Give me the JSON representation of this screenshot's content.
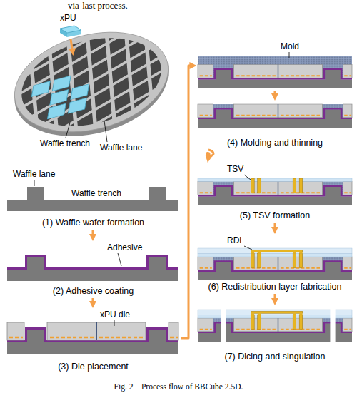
{
  "diagram": {
    "caption": "Fig. 2    Process flow of BBCube 2.5D.",
    "nodes": [
      {
        "text": [
          "(1) Waffle wafer formation"
        ]
      },
      {
        "text": [
          "(2) Adhesive coating"
        ]
      },
      {
        "text": [
          "(3) Die placement"
        ]
      },
      {
        "text": [
          "(4) Molding and thinning"
        ]
      },
      {
        "text": [
          "(5) TSV formation"
        ]
      },
      {
        "text": [
          "(6) Redistribution layer fabrication"
        ]
      },
      {
        "text": [
          "(7) Dicing and singulation"
        ]
      }
    ],
    "edges": [
      {
        "from": 0,
        "to": 1,
        "arrow": "to"
      },
      {
        "from": 1,
        "to": 2,
        "arrow": "to"
      },
      {
        "from": 2,
        "to": 3,
        "arrow": "to"
      },
      {
        "from": 3,
        "to": 4,
        "arrow": "to"
      },
      {
        "from": 4,
        "to": 5,
        "arrow": "to"
      },
      {
        "from": 5,
        "to": 6,
        "arrow": "to"
      }
    ],
    "labels": [
      "via-last process.",
      "xPU",
      "Waffle trench",
      "Waffle lane",
      "Waffle lane",
      "Waffle trench",
      "Adhesive",
      "xPU die",
      "Mold",
      "TSV",
      "RDL"
    ]
  }
}
